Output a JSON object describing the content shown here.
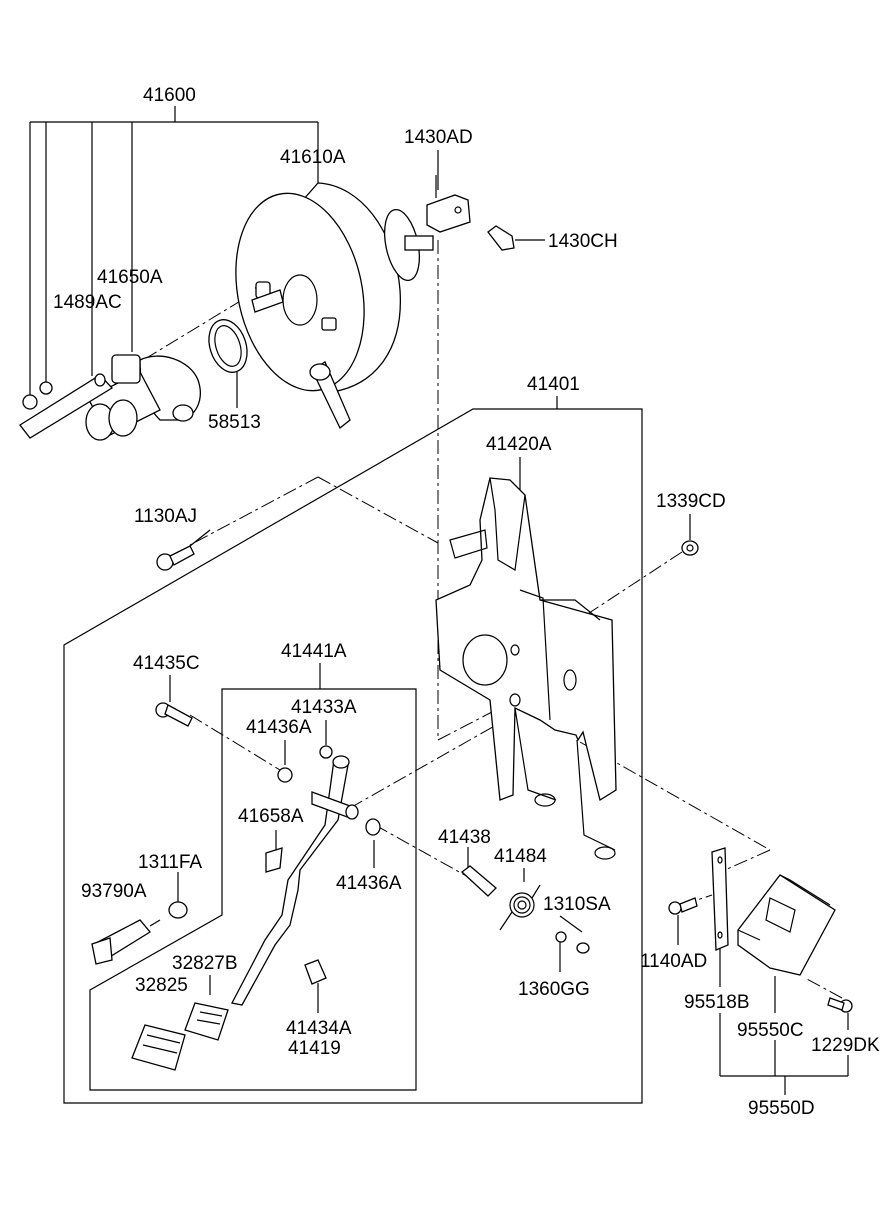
{
  "labels": {
    "p41600": "41600",
    "p41610A": "41610A",
    "p1430AD": "1430AD",
    "p1430CH": "1430CH",
    "p41650A": "41650A",
    "p1489AC": "1489AC",
    "p58513": "58513",
    "p41401": "41401",
    "p41420A": "41420A",
    "p1130AJ": "1130AJ",
    "p1339CD": "1339CD",
    "p41435C": "41435C",
    "p41441A": "41441A",
    "p41433A": "41433A",
    "p41436A_top": "41436A",
    "p41658A": "41658A",
    "p41436A_bot": "41436A",
    "p41438": "41438",
    "p41484": "41484",
    "p1311FA": "1311FA",
    "p93790A": "93790A",
    "p1310SA": "1310SA",
    "p32827B": "32827B",
    "p32825": "32825",
    "p41434A": "41434A",
    "p41419": "41419",
    "p1360GG": "1360GG",
    "p1140AD": "1140AD",
    "p95518B": "95518B",
    "p95550C": "95550C",
    "p1229DK": "1229DK",
    "p95550D": "95550D"
  }
}
